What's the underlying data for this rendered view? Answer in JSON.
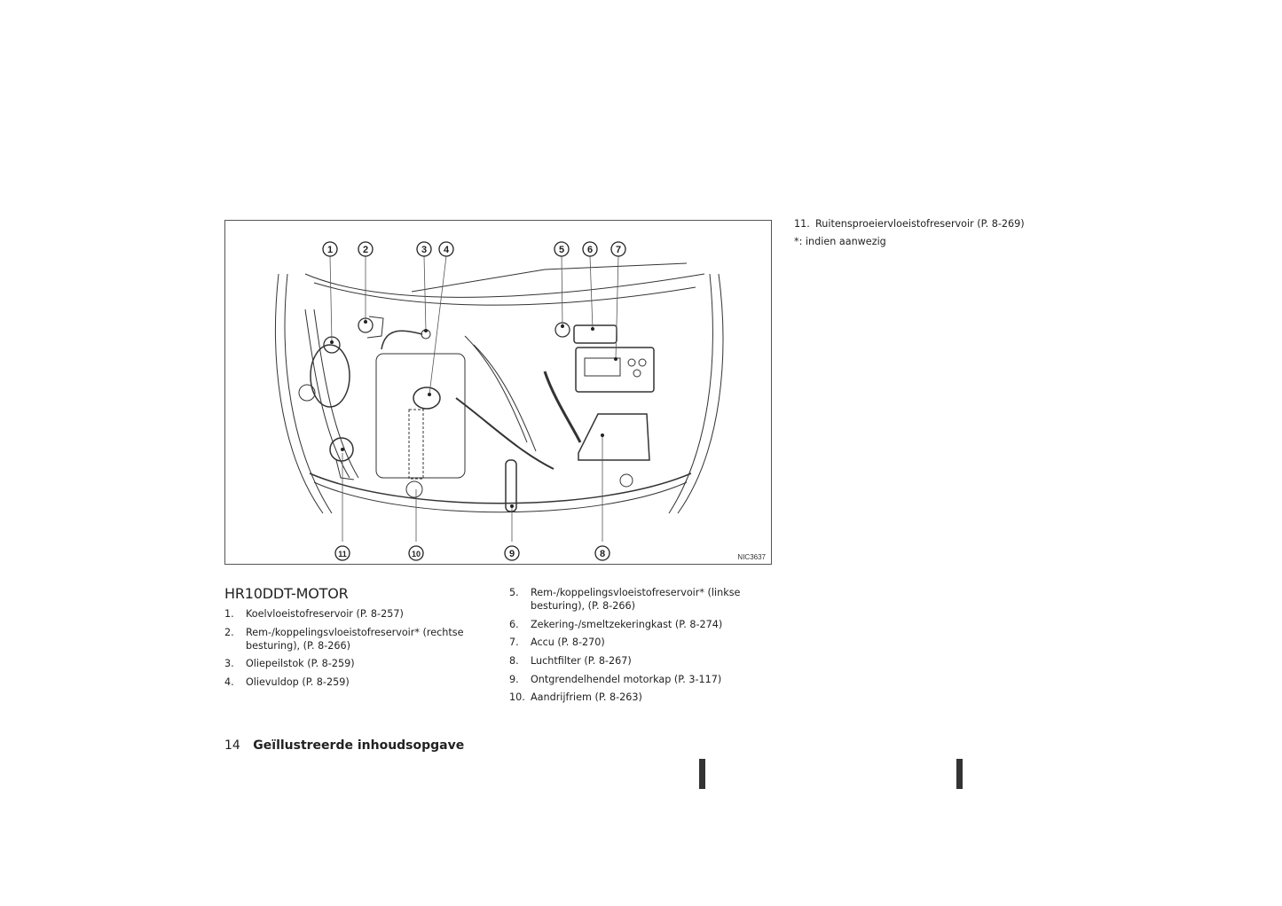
{
  "figure": {
    "code": "NIC3637",
    "callouts_top": [
      "1",
      "2",
      "3",
      "4",
      "5",
      "6",
      "7"
    ],
    "callouts_bottom": [
      "11",
      "10",
      "9",
      "8"
    ],
    "callout_glyphs": {
      "1": "①",
      "2": "②",
      "3": "③",
      "4": "④",
      "5": "⑤",
      "6": "⑥",
      "7": "⑦",
      "8": "⑧",
      "9": "⑨",
      "10": "⑩",
      "11": "⑪"
    }
  },
  "section": {
    "title": "HR10DDT-MOTOR"
  },
  "items": [
    {
      "num": "1.",
      "text": "Koelvloeistofreservoir (P. 8-257)"
    },
    {
      "num": "2.",
      "text": "Rem-/koppelingsvloeistofreservoir* (rechtse besturing), (P. 8-266)"
    },
    {
      "num": "3.",
      "text": "Oliepeilstok (P. 8-259)"
    },
    {
      "num": "4.",
      "text": "Olievuldop (P. 8-259)"
    },
    {
      "num": "5.",
      "text": "Rem-/koppelingsvloeistofreservoir* (linkse besturing), (P. 8-266)"
    },
    {
      "num": "6.",
      "text": "Zekering-/smeltzekeringkast (P. 8-274)"
    },
    {
      "num": "7.",
      "text": "Accu (P. 8-270)"
    },
    {
      "num": "8.",
      "text": "Luchtfilter (P. 8-267)"
    },
    {
      "num": "9.",
      "text": "Ontgrendelhendel motorkap (P. 3-117)"
    },
    {
      "num": "10.",
      "text": "Aandrijfriem (P. 8-263)"
    },
    {
      "num": "11.",
      "text": "Ruitensproeiervloeistofreservoir (P. 8-269)"
    }
  ],
  "note": "*: indien aanwezig",
  "footer": {
    "page_number": "14",
    "chapter_title": "Geïllustreerde inhoudsopgave"
  }
}
